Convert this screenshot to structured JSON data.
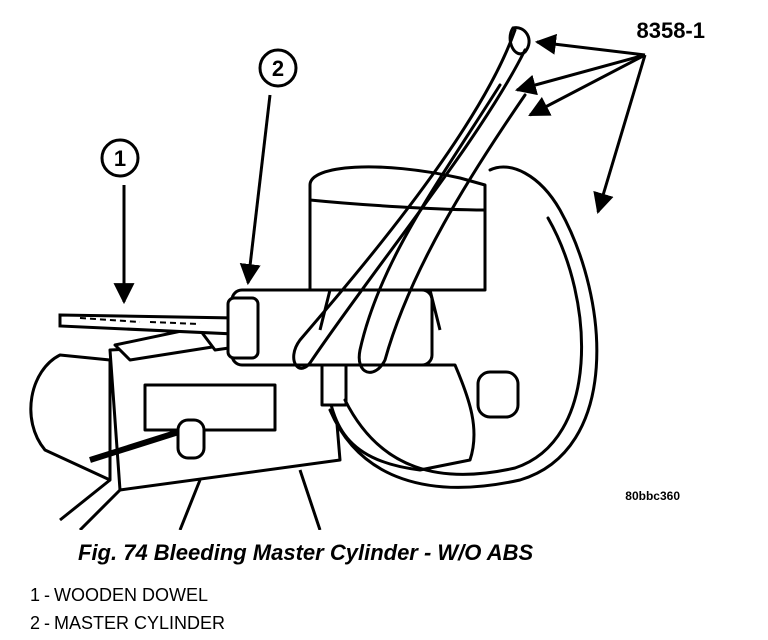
{
  "figure": {
    "tool_callout": "8358-1",
    "callout_1": "1",
    "callout_2": "2",
    "image_code": "80bbc360",
    "caption": "Fig. 74 Bleeding Master Cylinder - W/O ABS"
  },
  "legend": [
    {
      "number": "1",
      "label": "WOODEN DOWEL"
    },
    {
      "number": "2",
      "label": "MASTER CYLINDER"
    }
  ]
}
